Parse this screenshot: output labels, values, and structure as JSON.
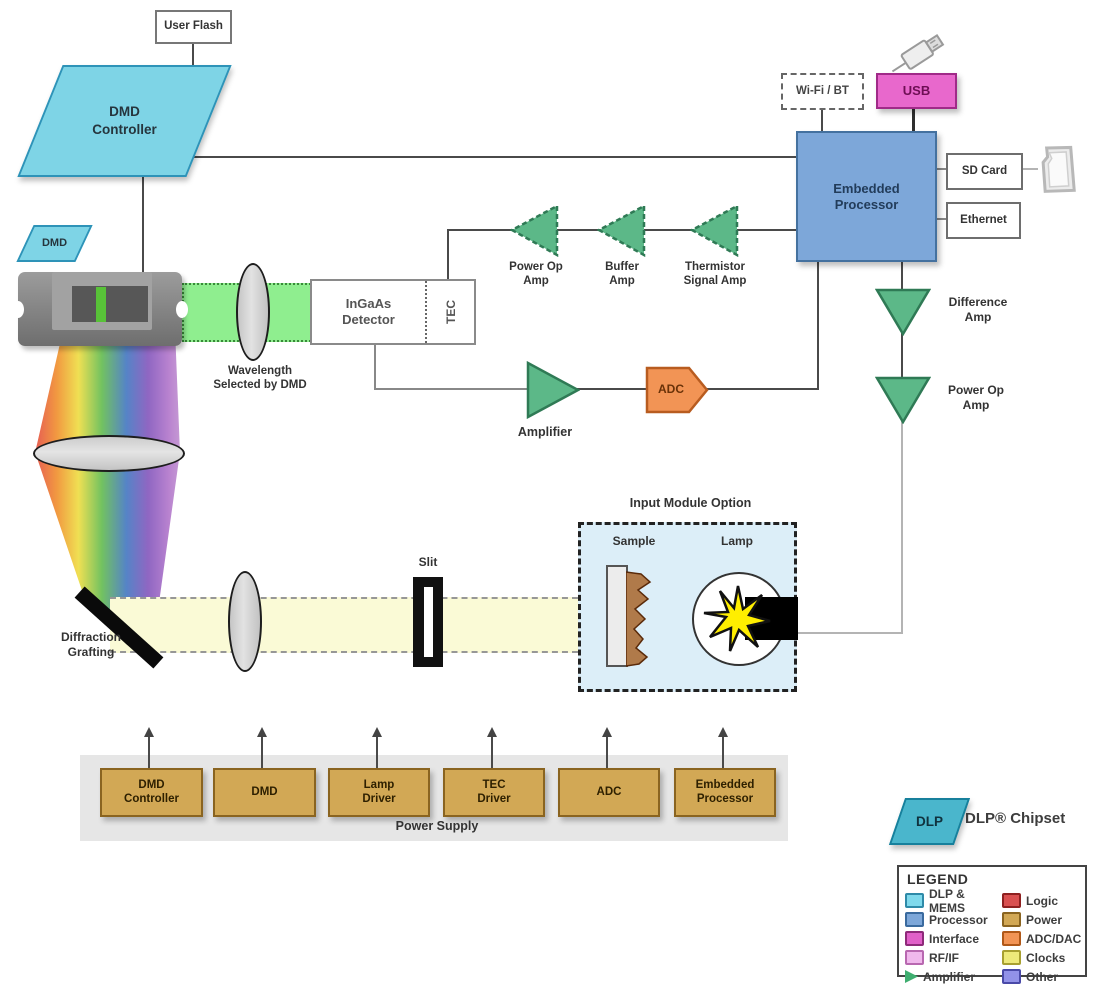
{
  "peripherals": {
    "user_flash": "User Flash",
    "wifi_bt": "Wi-Fi / BT",
    "usb": "USB",
    "sd_card": "SD Card",
    "ethernet": "Ethernet"
  },
  "chips": {
    "dmd_controller": "DMD\nController",
    "dmd_badge": "DMD",
    "embedded_processor": "Embedded\nProcessor"
  },
  "optics": {
    "wavelength_selected": "Wavelength\nSelected by DMD",
    "diffraction_grating": "Diffraction\nGrafting",
    "slit": "Slit",
    "input_module_title": "Input Module Option",
    "sample": "Sample",
    "lamp": "Lamp"
  },
  "signal_chain": {
    "detector": "InGaAs\nDetector",
    "tec": "TEC",
    "power_op_amp_left": "Power Op\nAmp",
    "buffer_amp": "Buffer\nAmp",
    "thermistor_signal_amp": "Thermistor\nSignal Amp",
    "amplifier": "Amplifier",
    "adc": "ADC",
    "difference_amp": "Difference\nAmp",
    "power_op_amp_right": "Power Op\nAmp"
  },
  "power_supply": {
    "label": "Power Supply",
    "rails": [
      "DMD\nController",
      "DMD",
      "Lamp\nDriver",
      "TEC\nDriver",
      "ADC",
      "Embedded\nProcessor"
    ]
  },
  "branding": {
    "dlp_badge": "DLP",
    "dlp_chipset": "DLP® Chipset"
  },
  "legend": {
    "title": "LEGEND",
    "items": [
      {
        "label": "DLP & MEMS",
        "color": "#7fd9ec",
        "border": "#2e8aa8"
      },
      {
        "label": "Processor",
        "color": "#7da7d9",
        "border": "#3a6a9e"
      },
      {
        "label": "Interface",
        "color": "#e060c8",
        "border": "#8e2a7a"
      },
      {
        "label": "RF/IF",
        "color": "#f0b8ec",
        "border": "#b868b0"
      },
      {
        "label": "Amplifier",
        "color": "#3fae70",
        "border": "#1a6a40"
      },
      {
        "label": "Logic",
        "color": "#d95050",
        "border": "#8e2020"
      },
      {
        "label": "Power",
        "color": "#d2a855",
        "border": "#8a6420"
      },
      {
        "label": "ADC/DAC",
        "color": "#f29455",
        "border": "#b05818"
      },
      {
        "label": "Clocks",
        "color": "#eeea7a",
        "border": "#a8a030"
      },
      {
        "label": "Other",
        "color": "#9292e8",
        "border": "#4a4aa8"
      }
    ]
  }
}
